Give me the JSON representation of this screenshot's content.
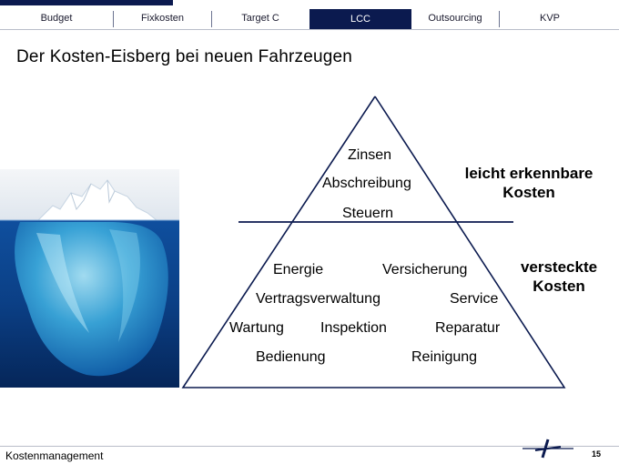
{
  "nav": {
    "tabs": [
      {
        "label": "Budget"
      },
      {
        "label": "Fixkosten"
      },
      {
        "label": "Target C"
      },
      {
        "label": "LCC",
        "active": true
      },
      {
        "label": "Outsourcing"
      },
      {
        "label": "KVP"
      }
    ]
  },
  "slide": {
    "title": "Der Kosten-Eisberg bei neuen Fahrzeugen"
  },
  "diagram": {
    "above_water": [
      "Zinsen",
      "Abschreibung"
    ],
    "waterline": "Steuern",
    "below_water": [
      "Energie",
      "Versicherung",
      "Vertragsverwaltung",
      "Service",
      "Wartung",
      "Inspektion",
      "Reparatur",
      "Bedienung",
      "Reinigung"
    ],
    "visible_label": "leicht erkennbare Kosten",
    "hidden_label": "versteckte Kosten"
  },
  "footer": {
    "text": "Kostenmanagement",
    "page_number": "15"
  },
  "colors": {
    "nav_active_bg": "#0b1a4f",
    "divider": "#0b1a4f",
    "water": "#1a64b8"
  }
}
